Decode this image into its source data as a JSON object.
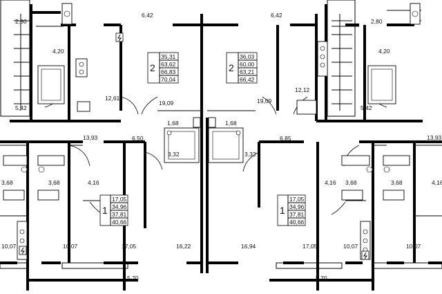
{
  "areas": {
    "a_2_80_l": "2,80",
    "a_6_42_l": "6,42",
    "a_6_42_r": "6,42",
    "a_2_80_r": "2,80",
    "a_4_20_l": "4,20",
    "a_4_20_r": "4,20",
    "a_12_61": "12,61",
    "a_19_09_l": "19,09",
    "a_19_09_r": "19,09",
    "a_12_12": "12,12",
    "a_5_42_l": "5,42",
    "a_5_42_r": "5,42",
    "a_1_68_l": "1,68",
    "a_1_68_r": "1,68",
    "a_13_93_l": "13,93",
    "a_6_50": "6,50",
    "a_6_85": "6,85",
    "a_13_93_r": "13,93",
    "a_3_32_l": "3,32",
    "a_3_32_r": "3,32",
    "a_3_68_1": "3,68",
    "a_3_68_2": "3,68",
    "a_3_68_3": "3,68",
    "a_3_68_4": "3,68",
    "a_4_16_1": "4,16",
    "a_4_16_2": "4,16",
    "a_4_16_3": "4,16",
    "a_10_07_1": "10,07",
    "a_10_07_2": "10,07",
    "a_10_07_3": "10,07",
    "a_10_07_4": "10,07",
    "a_17_05_l": "17,05",
    "a_16_22": "16,22",
    "a_16_94": "16,94",
    "a_17_05_r": "17,05",
    "a_5_70_l": "5,70",
    "a_5_70_r": "5,70"
  },
  "apartments": [
    {
      "rooms": "2",
      "areas": [
        "35,31",
        "63,62",
        "66,83",
        "70,04"
      ]
    },
    {
      "rooms": "2",
      "areas": [
        "36,03",
        "60,00",
        "63,21",
        "66,42"
      ]
    },
    {
      "rooms": "1",
      "areas": [
        "17,05",
        "34,96",
        "37,81",
        "40,66"
      ]
    },
    {
      "rooms": "1",
      "areas": [
        "17,05",
        "34,96",
        "37,81",
        "40,66"
      ]
    }
  ]
}
